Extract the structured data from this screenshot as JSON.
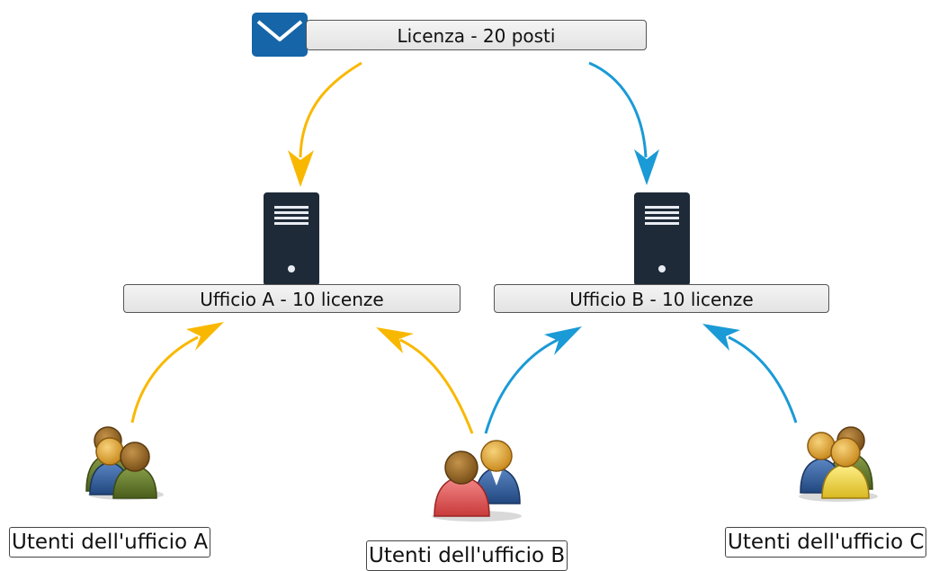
{
  "license": {
    "label": "Licenza - 20 posti",
    "icon": "envelope-icon"
  },
  "offices": [
    {
      "label": "Ufficio A - 10 licenze",
      "icon": "server-icon"
    },
    {
      "label": "Ufficio B - 10 licenze",
      "icon": "server-icon"
    }
  ],
  "user_groups": [
    {
      "label": "Utenti dell'ufficio A",
      "icon": "users-group-icon"
    },
    {
      "label": "Utenti dell'ufficio B",
      "icon": "users-group-icon"
    },
    {
      "label": "Utenti dell'ufficio C",
      "icon": "users-group-icon"
    }
  ],
  "colors": {
    "office_a_arrows": "#f9b800",
    "office_b_arrows": "#1a9ad6",
    "envelope": "#1565a8",
    "server": "#1f2a38"
  }
}
